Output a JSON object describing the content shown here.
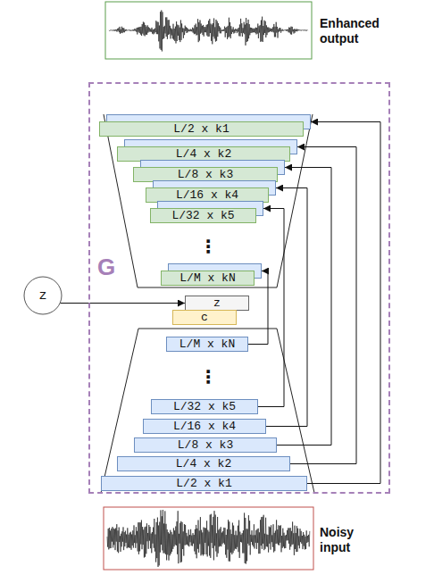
{
  "diagram": {
    "nodes": [
      {
        "text": [
          "G"
        ]
      },
      {
        "text": [
          "L/2 x k1"
        ],
        "in": 0
      },
      {
        "text": [
          "L/4 x k2"
        ],
        "in": 0
      },
      {
        "text": [
          "L/8 x k3"
        ],
        "in": 0
      },
      {
        "text": [
          "L/16 x k4"
        ],
        "in": 0
      },
      {
        "text": [
          "L/32 x k5"
        ],
        "in": 0
      },
      {
        "text": [
          "L/M x kN"
        ],
        "in": 0
      },
      {
        "text": [
          "z"
        ]
      },
      {
        "text": [
          "z"
        ],
        "in": 0
      },
      {
        "text": [
          "c"
        ],
        "in": 0
      },
      {
        "text": [
          "L/M x kN"
        ],
        "in": 0
      },
      {
        "text": [
          "L/32 x k5"
        ],
        "in": 0
      },
      {
        "text": [
          "L/16 x k4"
        ],
        "in": 0
      },
      {
        "text": [
          "L/8 x k3"
        ],
        "in": 0
      },
      {
        "text": [
          "L/4 x k2"
        ],
        "in": 0
      },
      {
        "text": [
          "L/2 x k1"
        ],
        "in": 0
      }
    ],
    "edges": [
      {
        "from": 7,
        "to": 8,
        "arrow": "to"
      },
      {
        "from": 15,
        "to": 1,
        "arrow": "to"
      },
      {
        "from": 14,
        "to": 2,
        "arrow": "to"
      },
      {
        "from": 13,
        "to": 3,
        "arrow": "to"
      },
      {
        "from": 12,
        "to": 4,
        "arrow": "to"
      },
      {
        "from": 11,
        "to": 5,
        "arrow": "to"
      },
      {
        "from": 10,
        "to": 6,
        "arrow": "to"
      }
    ],
    "labels": [
      "Enhanced output",
      "⋮",
      "⋮",
      "Noisy input"
    ]
  }
}
